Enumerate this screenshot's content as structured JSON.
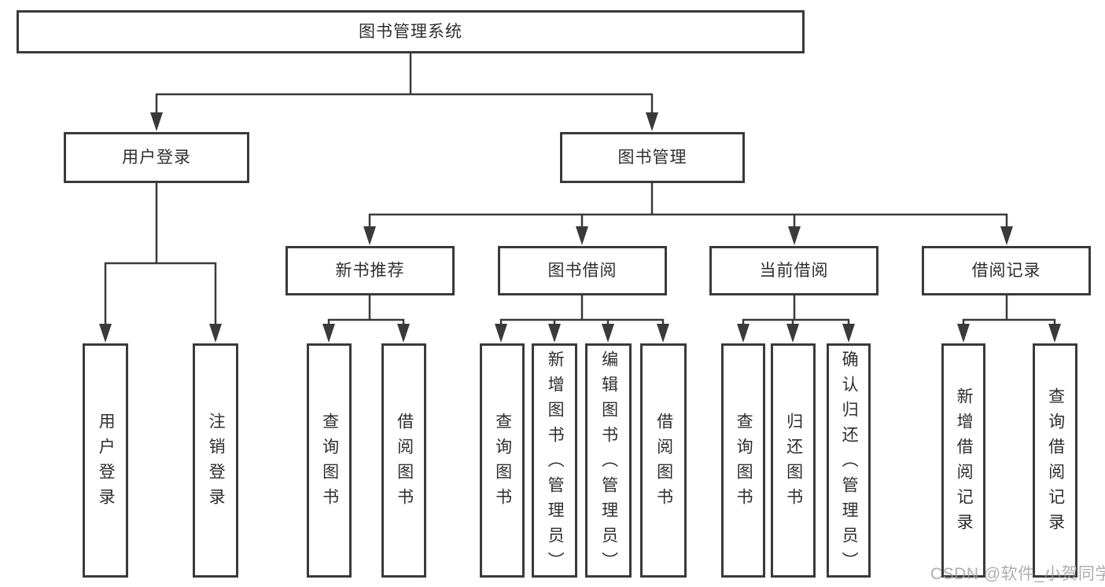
{
  "nodes": {
    "root": "图书管理系统",
    "user_login": "用户登录",
    "book_mgmt": "图书管理",
    "new_book_rec": "新书推荐",
    "book_borrow": "图书借阅",
    "current_borrow": "当前借阅",
    "borrow_records": "借阅记录",
    "leaf_user_login": "用户登录",
    "leaf_logout": "注销登录",
    "leaf_nbr_query_book": "查询图书",
    "leaf_nbr_borrow_book": "借阅图书",
    "leaf_bb_query_book": "查询图书",
    "leaf_bb_add_book": "新增图书（管理员）",
    "leaf_bb_edit_book": "编辑图书（管理员）",
    "leaf_bb_borrow_book": "借阅图书",
    "leaf_cb_query_book": "查询图书",
    "leaf_cb_return_book": "归还图书",
    "leaf_cb_confirm_return": "确认归还（管理员）",
    "leaf_br_add_record": "新增借阅记录",
    "leaf_br_query_record": "查询借阅记录"
  },
  "watermark": "CSDN @软件_小贺同学",
  "colors": {
    "line": "#3a3a3a",
    "text": "#2e2e2e",
    "watermark": "#a0a0a8",
    "background": "#ffffff"
  }
}
